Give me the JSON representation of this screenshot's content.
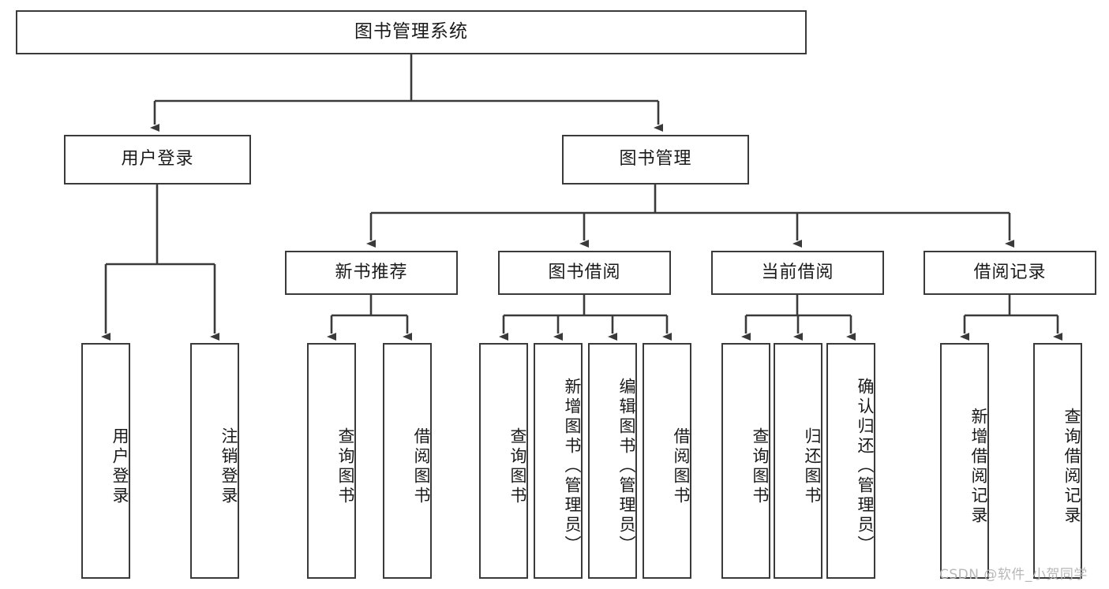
{
  "diagram": {
    "title": "图书管理系统",
    "type": "tree-hierarchy",
    "root": {
      "label": "图书管理系统"
    },
    "level1": [
      {
        "label": "用户登录"
      },
      {
        "label": "图书管理"
      }
    ],
    "level2": [
      {
        "label": "新书推荐",
        "parent": "图书管理"
      },
      {
        "label": "图书借阅",
        "parent": "图书管理"
      },
      {
        "label": "当前借阅",
        "parent": "图书管理"
      },
      {
        "label": "借阅记录",
        "parent": "图书管理"
      }
    ],
    "leaves": {
      "user_login": [
        {
          "label": "用户登录"
        },
        {
          "label": "注销登录"
        }
      ],
      "new_book_recommend": [
        {
          "label": "查询图书"
        },
        {
          "label": "借阅图书"
        }
      ],
      "book_borrow": [
        {
          "label": "查询图书"
        },
        {
          "label": "新增图书（管理员）"
        },
        {
          "label": "编辑图书（管理员）"
        },
        {
          "label": "借阅图书"
        }
      ],
      "current_borrow": [
        {
          "label": "查询图书"
        },
        {
          "label": "归还图书"
        },
        {
          "label": "确认归还（管理员）"
        }
      ],
      "borrow_record": [
        {
          "label": "新增借阅记录"
        },
        {
          "label": "查询借阅记录"
        }
      ]
    }
  },
  "watermark": {
    "text": "CSDN @软件_小贺同学"
  },
  "colors": {
    "stroke": "#3a3a3a",
    "background": "#ffffff",
    "text": "#1a1a1a",
    "watermark": "#b8b8b8"
  }
}
